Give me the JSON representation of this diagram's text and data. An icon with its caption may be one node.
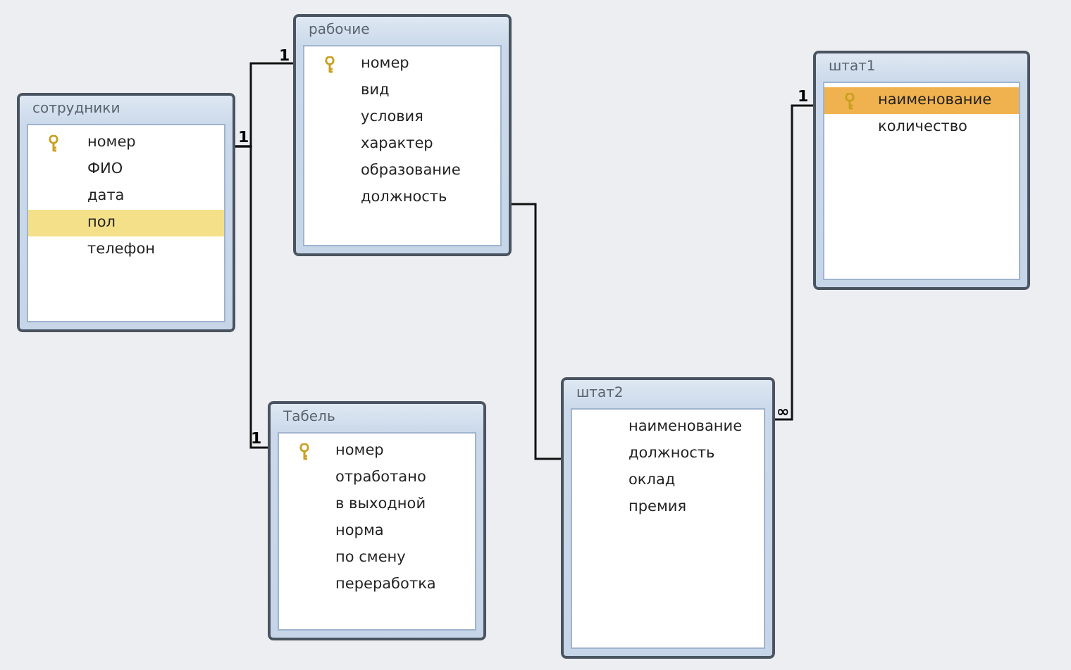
{
  "diagram": {
    "nodes": [
      {
        "text": [
          "сотрудники",
          "номер",
          "ФИО",
          "дата",
          "пол",
          "телефон"
        ]
      },
      {
        "text": [
          "рабочие",
          "номер",
          "вид",
          "условия",
          "характер",
          "образование",
          "должность"
        ]
      },
      {
        "text": [
          "Табель",
          "номер",
          "отработано",
          "в выходной",
          "норма",
          "по смену",
          "переработка"
        ]
      },
      {
        "text": [
          "штат2",
          "наименование",
          "должность",
          "оклад",
          "премия"
        ]
      },
      {
        "text": [
          "штат1",
          "наименование",
          "количество"
        ]
      }
    ],
    "edges": [
      {
        "from": 0,
        "to": 1,
        "arrow": "none"
      },
      {
        "from": 0,
        "to": 2,
        "arrow": "none"
      },
      {
        "from": 1,
        "to": 3,
        "arrow": "none"
      },
      {
        "from": 3,
        "to": 4,
        "arrow": "none"
      }
    ],
    "labels": [
      "1",
      "1",
      "1",
      "∞",
      "1"
    ]
  }
}
